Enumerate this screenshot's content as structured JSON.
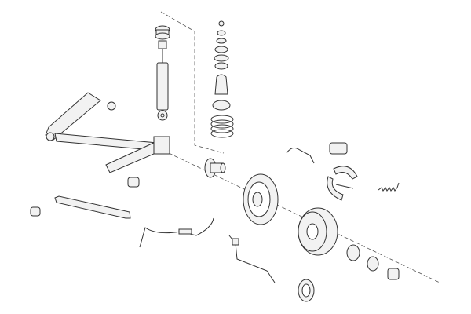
{
  "diagram": {
    "type": "exploded-parts-view",
    "colors": {
      "line": "#333333",
      "fill": "#f2f2f2",
      "background": "#ffffff"
    },
    "parts": [
      "shock-absorber",
      "strut-mount",
      "coil-spring",
      "bump-stop",
      "rear-axle-beam",
      "bushing",
      "tie-rod",
      "brake-cable",
      "wheel-hub",
      "brake-backing-plate",
      "brake-shoes",
      "return-spring",
      "wheel-cylinder",
      "brake-line",
      "brake-drum",
      "wheel-bearing",
      "abs-sensor",
      "abs-ring"
    ]
  }
}
